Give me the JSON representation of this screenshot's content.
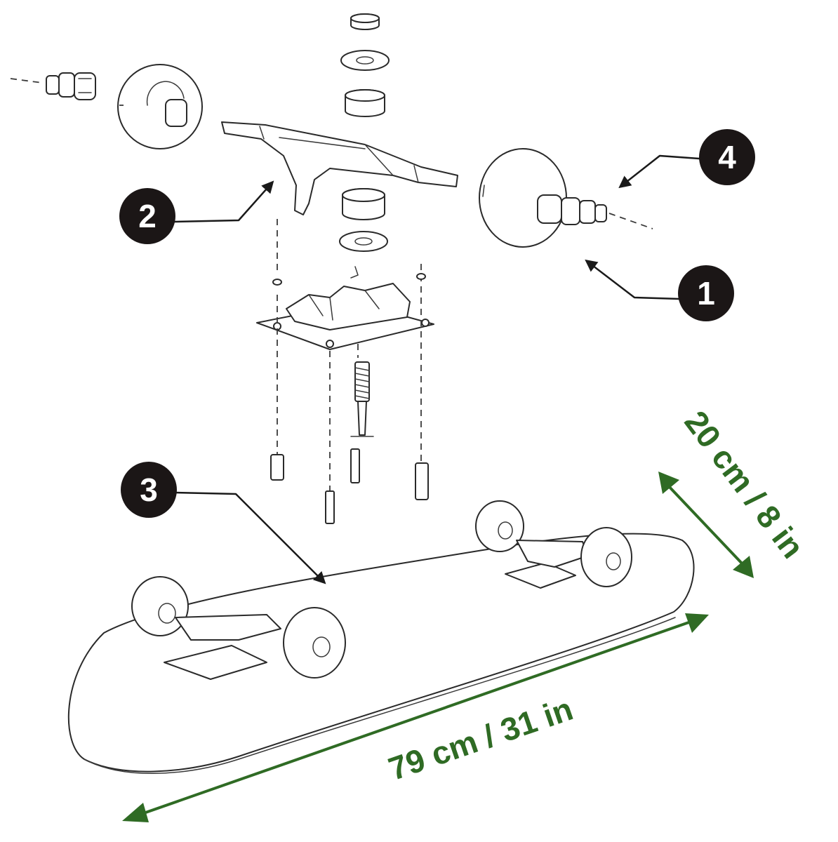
{
  "callouts": {
    "one": "1",
    "two": "2",
    "three": "3",
    "four": "4"
  },
  "dimensions": {
    "length": "79 cm / 31 in",
    "width": "20 cm / 8 in"
  },
  "colors": {
    "dimension": "#2f6b24",
    "badge": "#1b1616",
    "linework": "#2a2a2a"
  }
}
